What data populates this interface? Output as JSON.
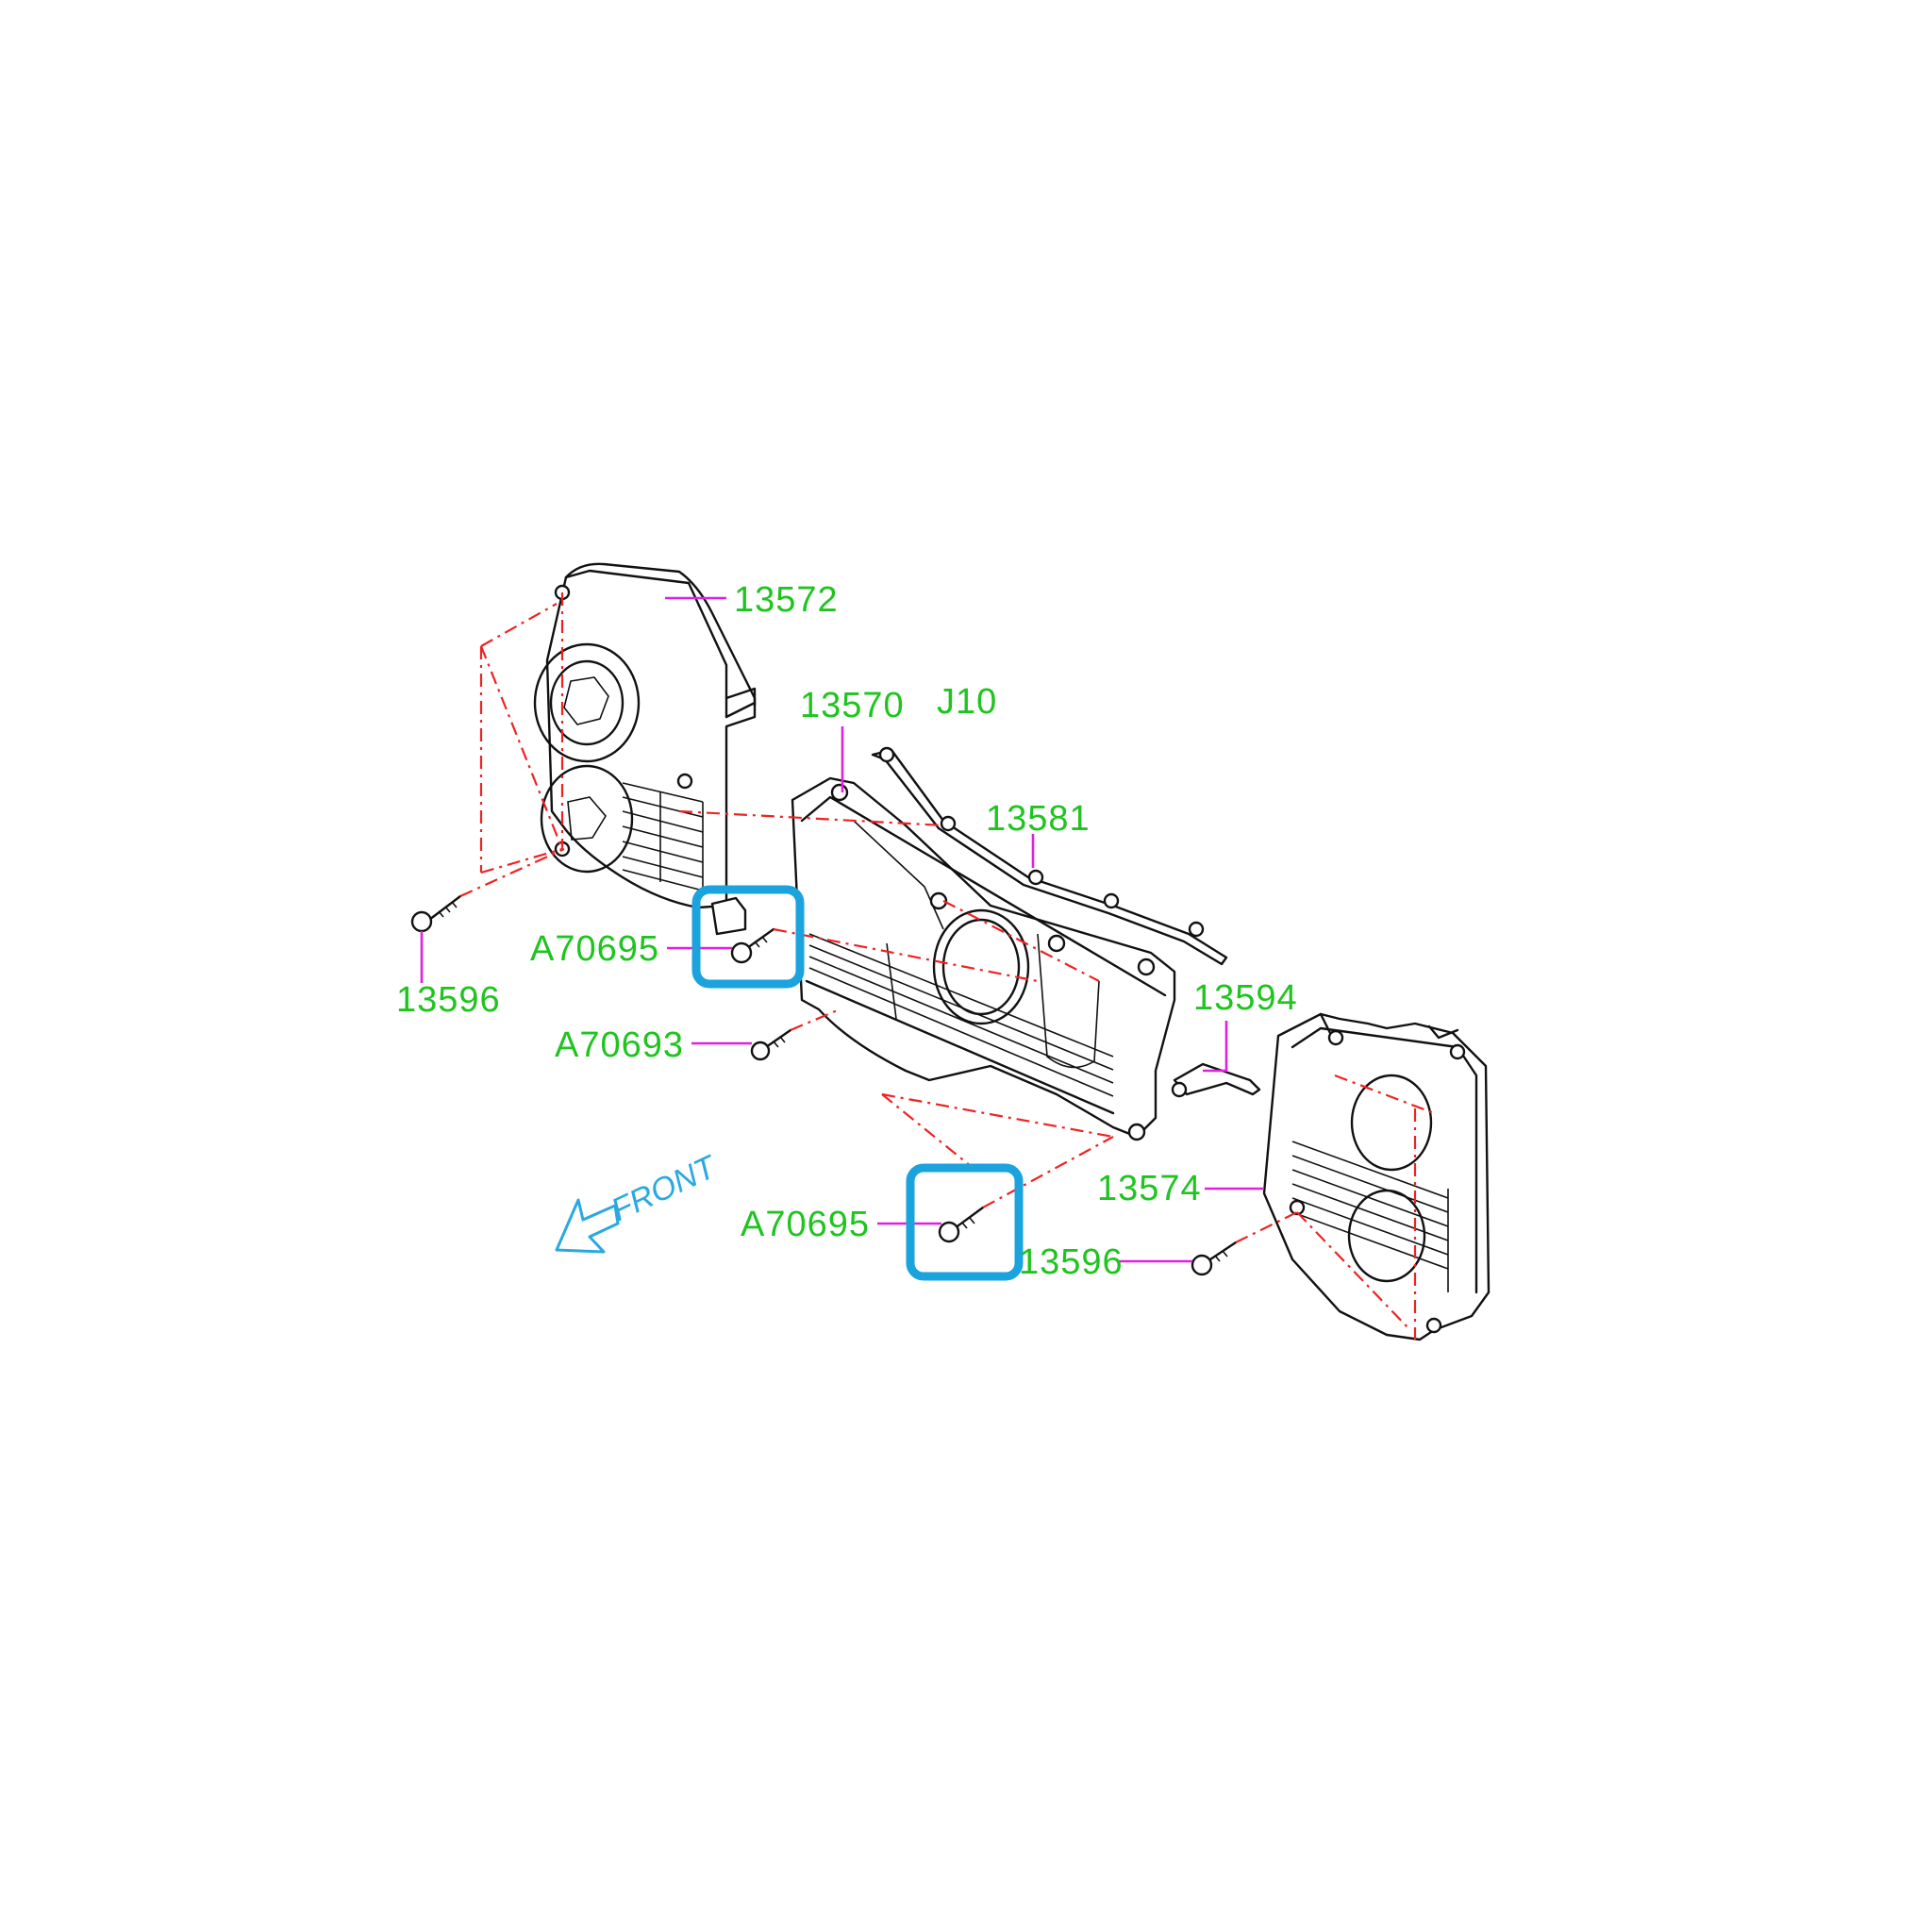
{
  "diagram": {
    "part_labels": [
      {
        "id": "lbl-13572",
        "text": "13572"
      },
      {
        "id": "lbl-13570",
        "text": "13570"
      },
      {
        "id": "lbl-j10",
        "text": "J10"
      },
      {
        "id": "lbl-13581",
        "text": "13581"
      },
      {
        "id": "lbl-13594",
        "text": "13594"
      },
      {
        "id": "lbl-13596-left",
        "text": "13596"
      },
      {
        "id": "lbl-a70695-upper",
        "text": "A70695"
      },
      {
        "id": "lbl-a70693",
        "text": "A70693"
      },
      {
        "id": "lbl-13574",
        "text": "13574"
      },
      {
        "id": "lbl-a70695-lower",
        "text": "A70695"
      },
      {
        "id": "lbl-13596-right",
        "text": "13596"
      }
    ],
    "direction_label": "FRONT",
    "colors": {
      "label": "#1fc41f",
      "leader": "#e020e0",
      "phantom_line": "#ee2222",
      "highlight": "#1aa3dd",
      "front_arrow": "#29a9e0",
      "linework": "#111111"
    }
  }
}
